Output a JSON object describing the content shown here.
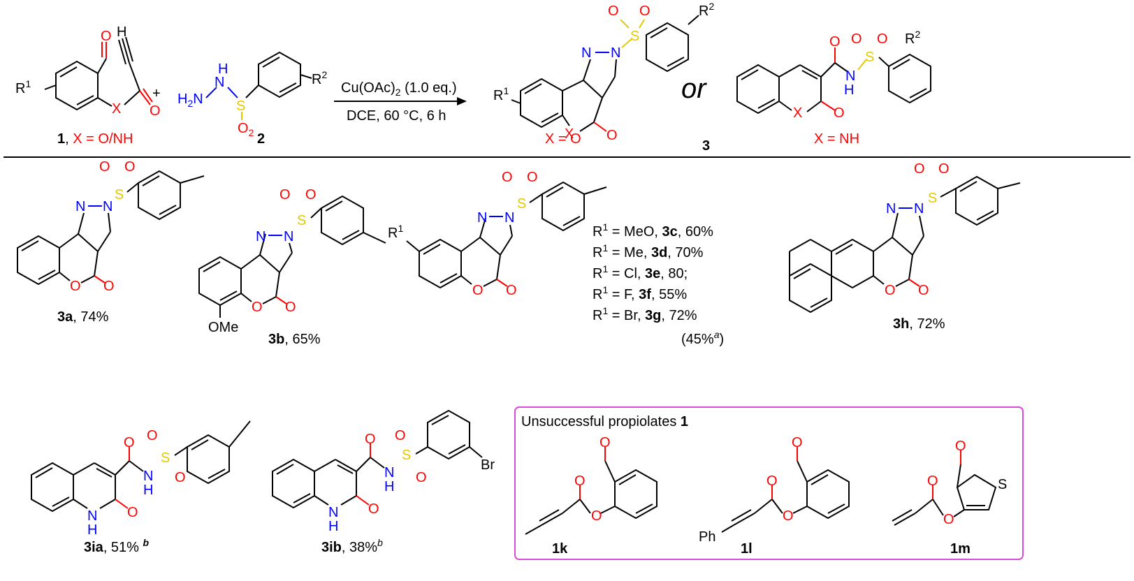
{
  "scheme": {
    "reagent1": {
      "r1": "R",
      "r1_sup": "1",
      "x": "X",
      "o": "O",
      "h": "H",
      "label_num": "1",
      "label_x": "X = O/NH"
    },
    "plus": "+",
    "reagent2": {
      "h": "H",
      "h2n": "H",
      "two": "2",
      "n": "N",
      "s": "S",
      "o": "O",
      "o_sub": "2",
      "r2": "R",
      "r2_sup": "2",
      "label_num": "2"
    },
    "conditions": {
      "line1": "Cu(OAc)",
      "line1_sub": "2",
      "line1_tail": " (1.0 eq.)",
      "line2": "DCE, 60 °C, 6 h"
    },
    "product_a": {
      "label": "X = O"
    },
    "or": "or",
    "product_b": {
      "label": "X = NH"
    },
    "product_label": "3"
  },
  "products": [
    {
      "id": "3a",
      "yield": ", 74%"
    },
    {
      "id": "3b",
      "yield": ", 65%",
      "substituent": "OMe"
    },
    {
      "id": "3h",
      "yield": ", 72%"
    },
    {
      "id": "3ia",
      "yield": ", 51% ",
      "note": "b"
    },
    {
      "id": "3ib",
      "yield": ", 38%",
      "note": "b",
      "substituent": "Br"
    }
  ],
  "series_3c_3g": [
    {
      "r": "R",
      "sup": "1",
      "text": " = MeO, ",
      "id": "3c",
      "yield": ", 60%"
    },
    {
      "r": "R",
      "sup": "1",
      "text": " = Me, ",
      "id": "3d",
      "yield": ", 70%"
    },
    {
      "r": "R",
      "sup": "1",
      "text": " = Cl, ",
      "id": "3e",
      "yield": ", 80;"
    },
    {
      "r": "R",
      "sup": "1",
      "text": " = F, ",
      "id": "3f",
      "yield": ", 55%"
    },
    {
      "r": "R",
      "sup": "1",
      "text": " = Br, ",
      "id": "3g",
      "yield": ", 72%"
    }
  ],
  "series_note": {
    "open": "(45%",
    "sup": "a",
    "close": ")"
  },
  "unsuccessful": {
    "title": "Unsuccessful propiolates ",
    "title_num": "1",
    "items": [
      {
        "id": "1k"
      },
      {
        "id": "1l",
        "substituent": "Ph"
      },
      {
        "id": "1m",
        "hetero": "S"
      }
    ]
  },
  "colors": {
    "oxygen": "#ff0000",
    "nitrogen": "#0000ff",
    "sulfur": "#e6c800",
    "box": "#d94bd9"
  }
}
